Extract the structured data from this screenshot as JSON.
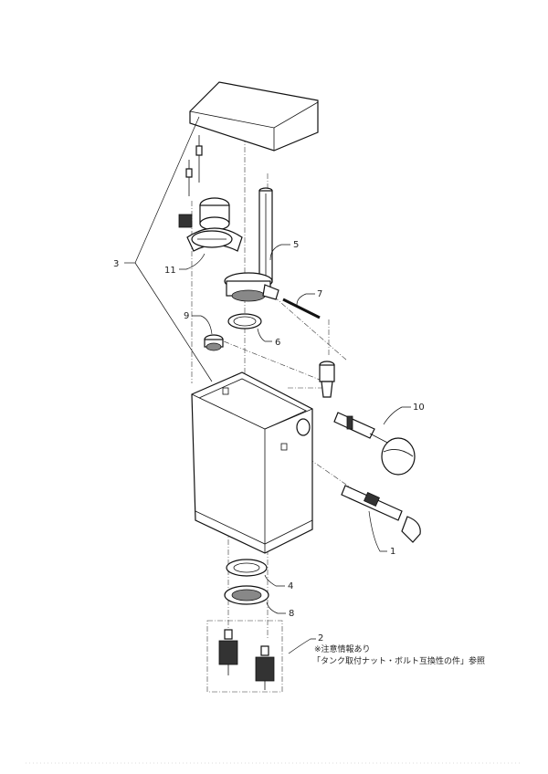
{
  "labels": {
    "1": "1",
    "2": "2",
    "3": "3",
    "4": "4",
    "5": "5",
    "6": "6",
    "7": "7",
    "8": "8",
    "9": "9",
    "10": "10",
    "11": "11"
  },
  "note": {
    "line1": "※注意情報あり",
    "line2": "「タンク取付ナット・ボルト互換性の件」参照"
  }
}
